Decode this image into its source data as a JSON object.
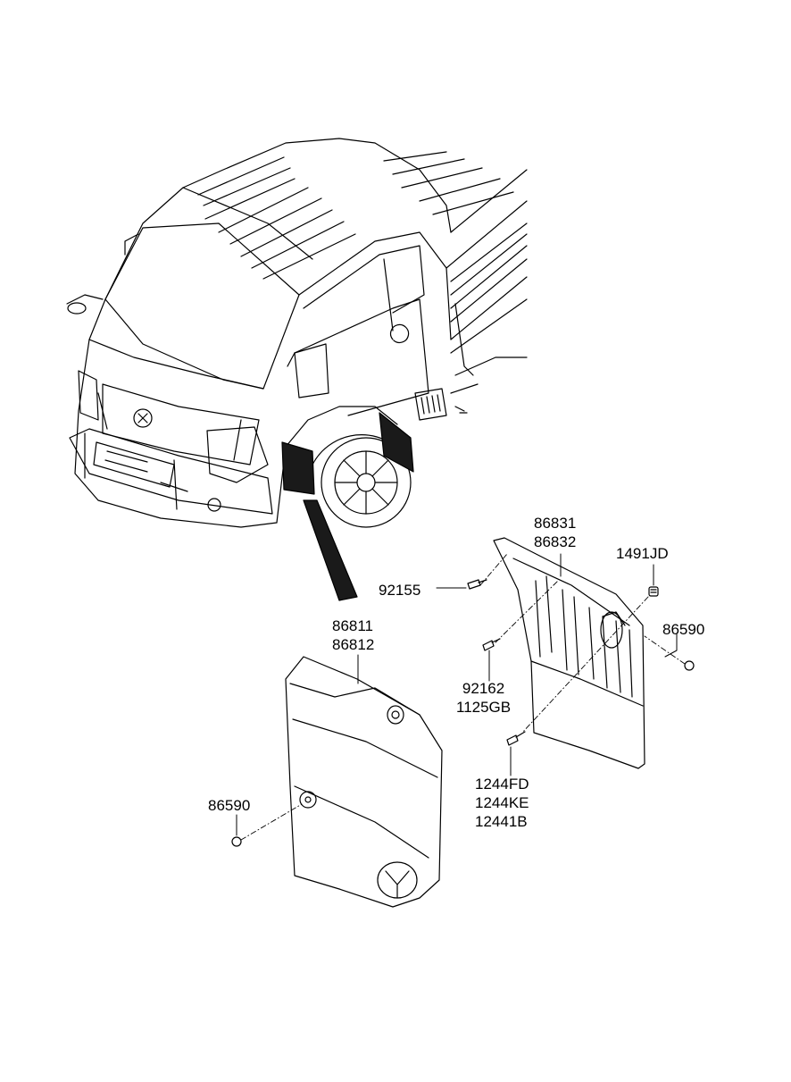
{
  "diagram": {
    "callouts": {
      "rear_flap_parts": [
        "86831",
        "86832"
      ],
      "clip_top": "1491JD",
      "screw_upper": "92155",
      "nut_right": "86590",
      "screw_lower": [
        "92162",
        "1125GB"
      ],
      "bolt_bottom": [
        "1244FD",
        "1244KE",
        "12441B"
      ],
      "front_flap_parts": [
        "86811",
        "86812"
      ],
      "nut_left": "86590"
    },
    "colors": {
      "line": "#000000",
      "flap_fill": "#1a1a1a",
      "background": "#ffffff"
    }
  }
}
